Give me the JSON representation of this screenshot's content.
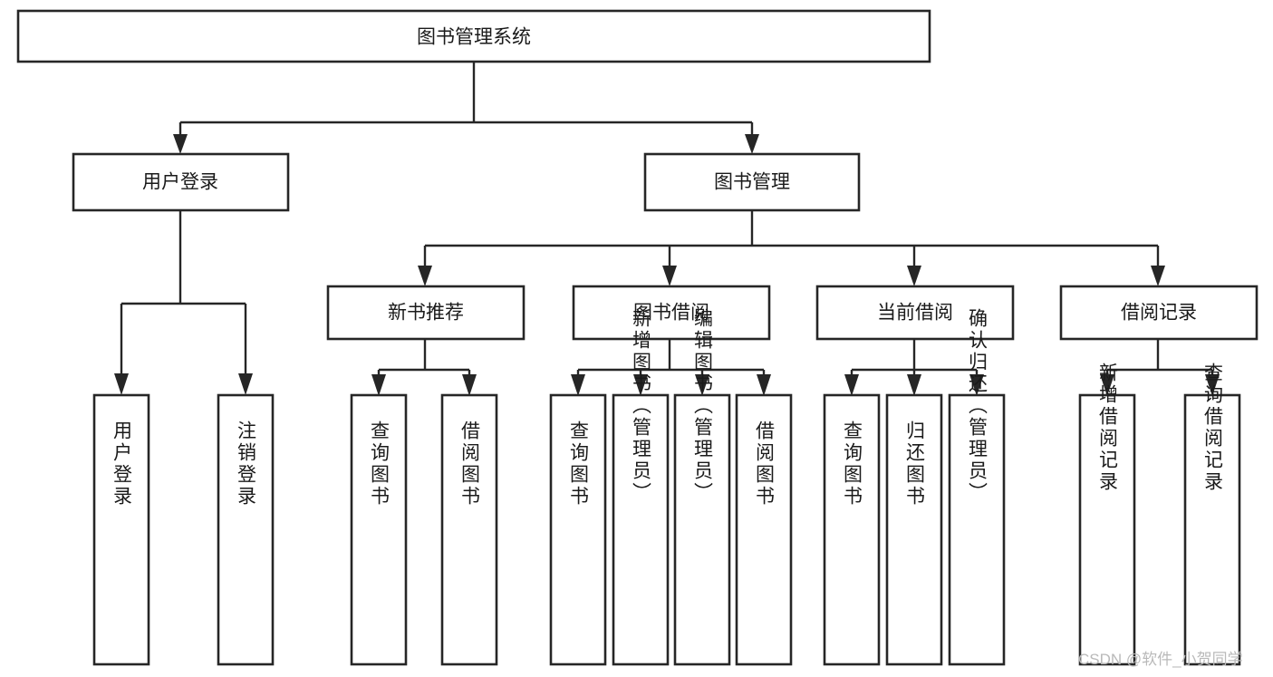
{
  "diagram": {
    "title_node": {
      "id": "root",
      "label": "图书管理系统",
      "orientation": "horizontal"
    },
    "level2": [
      {
        "id": "user-login",
        "label": "用户登录",
        "orientation": "horizontal"
      },
      {
        "id": "book-manage",
        "label": "图书管理",
        "orientation": "horizontal"
      }
    ],
    "level3": [
      {
        "id": "new-book-rec",
        "label": "新书推荐",
        "orientation": "horizontal",
        "parent": "book-manage"
      },
      {
        "id": "book-borrow",
        "label": "图书借阅",
        "orientation": "horizontal",
        "parent": "book-manage"
      },
      {
        "id": "current-borrow",
        "label": "当前借阅",
        "orientation": "horizontal",
        "parent": "book-manage"
      },
      {
        "id": "borrow-record",
        "label": "借阅记录",
        "orientation": "horizontal",
        "parent": "book-manage"
      }
    ],
    "leaves": [
      {
        "id": "leaf-user-login",
        "label": "用户登录",
        "orientation": "vertical",
        "parent": "user-login"
      },
      {
        "id": "leaf-user-logout",
        "label": "注销登录",
        "orientation": "vertical",
        "parent": "user-login"
      },
      {
        "id": "leaf-query-book-1",
        "label": "查询图书",
        "orientation": "vertical",
        "parent": "new-book-rec"
      },
      {
        "id": "leaf-borrow-book-1",
        "label": "借阅图书",
        "orientation": "vertical",
        "parent": "new-book-rec"
      },
      {
        "id": "leaf-query-book-2",
        "label": "查询图书",
        "orientation": "vertical",
        "parent": "book-borrow"
      },
      {
        "id": "leaf-add-book",
        "label": "新增图书（管理员）",
        "orientation": "vertical",
        "parent": "book-borrow"
      },
      {
        "id": "leaf-edit-book",
        "label": "编辑图书（管理员）",
        "orientation": "vertical",
        "parent": "book-borrow"
      },
      {
        "id": "leaf-borrow-book-2",
        "label": "借阅图书",
        "orientation": "vertical",
        "parent": "book-borrow"
      },
      {
        "id": "leaf-query-book-3",
        "label": "查询图书",
        "orientation": "vertical",
        "parent": "current-borrow"
      },
      {
        "id": "leaf-return-book",
        "label": "归还图书",
        "orientation": "vertical",
        "parent": "current-borrow"
      },
      {
        "id": "leaf-confirm-return",
        "label": "确认归还（管理员）",
        "orientation": "vertical",
        "parent": "current-borrow"
      },
      {
        "id": "leaf-add-record",
        "label": "新增借阅记录",
        "orientation": "vertical",
        "parent": "borrow-record"
      },
      {
        "id": "leaf-query-record",
        "label": "查询借阅记录",
        "orientation": "vertical",
        "parent": "borrow-record"
      }
    ],
    "watermark": "CSDN @软件_小贺同学",
    "colors": {
      "box_stroke": "#262626",
      "box_fill": "#ffffff",
      "text": "#1a1a1a",
      "connector": "#262626",
      "watermark": "#b9b9b9",
      "background": "#ffffff"
    }
  }
}
